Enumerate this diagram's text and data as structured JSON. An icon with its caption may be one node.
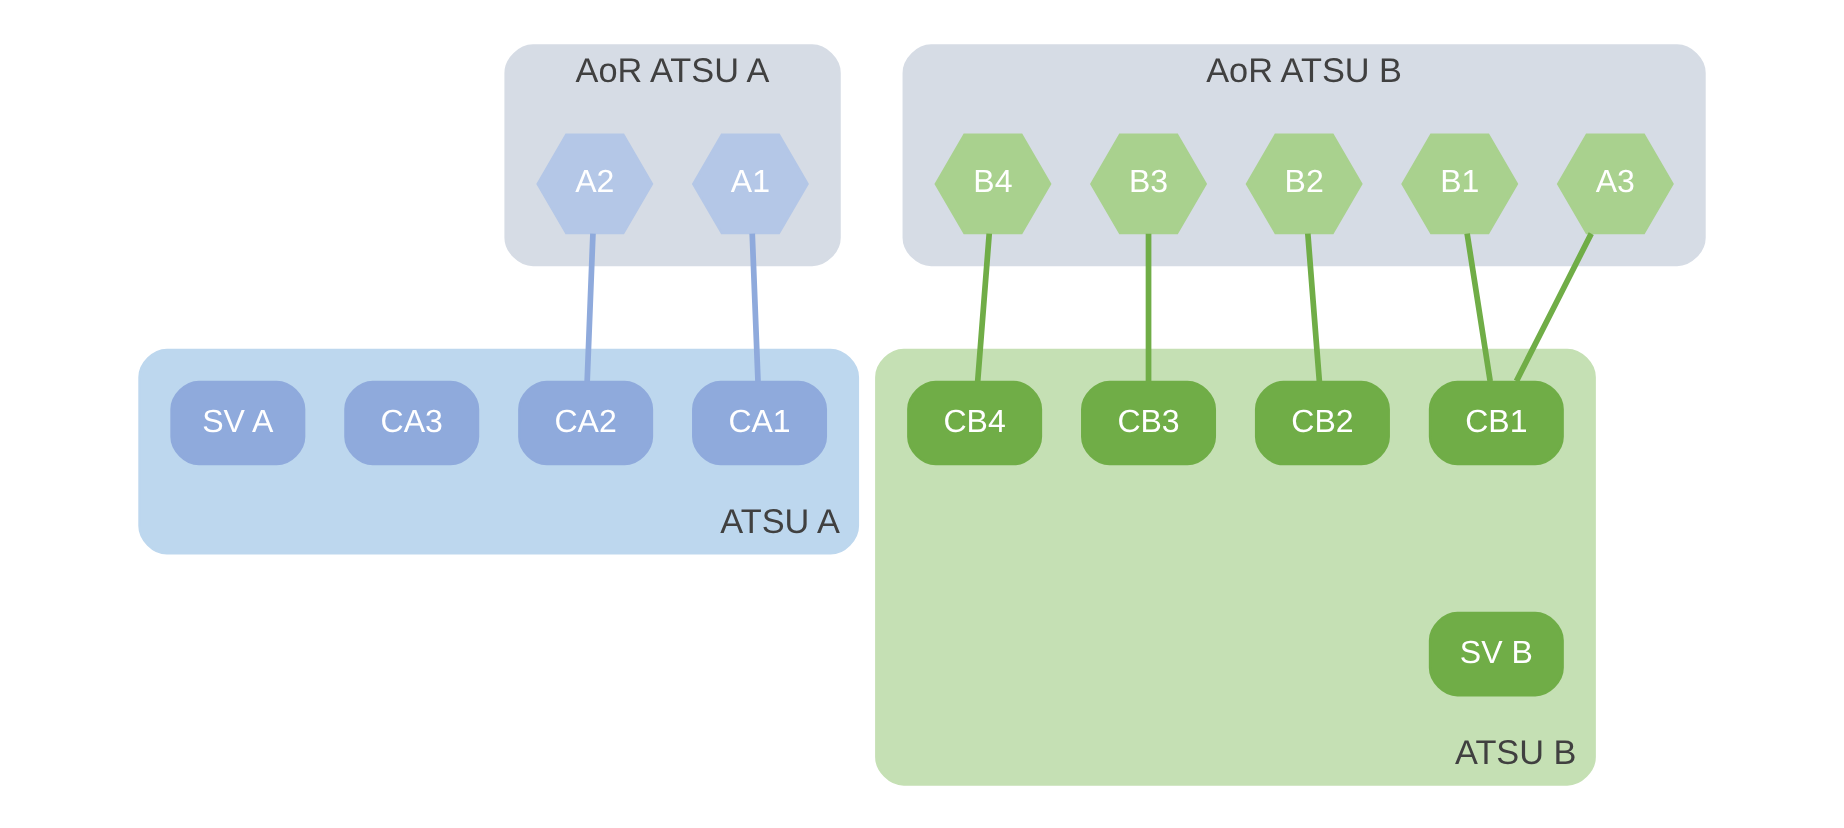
{
  "diagram": {
    "nodes": [
      {
        "text": [
          "AoR ATSU A"
        ]
      },
      {
        "text": [
          "A1"
        ],
        "in": 0
      },
      {
        "text": [
          "A2"
        ],
        "in": 0
      },
      {
        "text": [
          "AoR ATSU B"
        ]
      },
      {
        "text": [
          "A3"
        ],
        "in": 3
      },
      {
        "text": [
          "B1"
        ],
        "in": 3
      },
      {
        "text": [
          "B2"
        ],
        "in": 3
      },
      {
        "text": [
          "B3"
        ],
        "in": 3
      },
      {
        "text": [
          "B4"
        ],
        "in": 3
      },
      {
        "text": [
          "ATSU A"
        ]
      },
      {
        "text": [
          "CA1"
        ],
        "in": 9
      },
      {
        "text": [
          "CA2"
        ],
        "in": 9
      },
      {
        "text": [
          "CA3"
        ],
        "in": 9
      },
      {
        "text": [
          "SV A"
        ],
        "in": 9
      },
      {
        "text": [
          "ATSU B"
        ]
      },
      {
        "text": [
          "CB1"
        ],
        "in": 14
      },
      {
        "text": [
          "CB2"
        ],
        "in": 14
      },
      {
        "text": [
          "CB3"
        ],
        "in": 14
      },
      {
        "text": [
          "CB4"
        ],
        "in": 14
      },
      {
        "text": [
          "SV B"
        ],
        "in": 14
      }
    ],
    "edges": [
      {
        "from": 1,
        "to": 10,
        "arrow": "none",
        "color": "#8faadc"
      },
      {
        "from": 2,
        "to": 11,
        "arrow": "none",
        "color": "#8faadc"
      },
      {
        "from": 4,
        "to": 15,
        "arrow": "none"
      },
      {
        "from": 5,
        "to": 15,
        "arrow": "none"
      },
      {
        "from": 6,
        "to": 16,
        "arrow": "none"
      },
      {
        "from": 7,
        "to": 17,
        "arrow": "none"
      },
      {
        "from": 8,
        "to": 18,
        "arrow": "none"
      }
    ]
  }
}
